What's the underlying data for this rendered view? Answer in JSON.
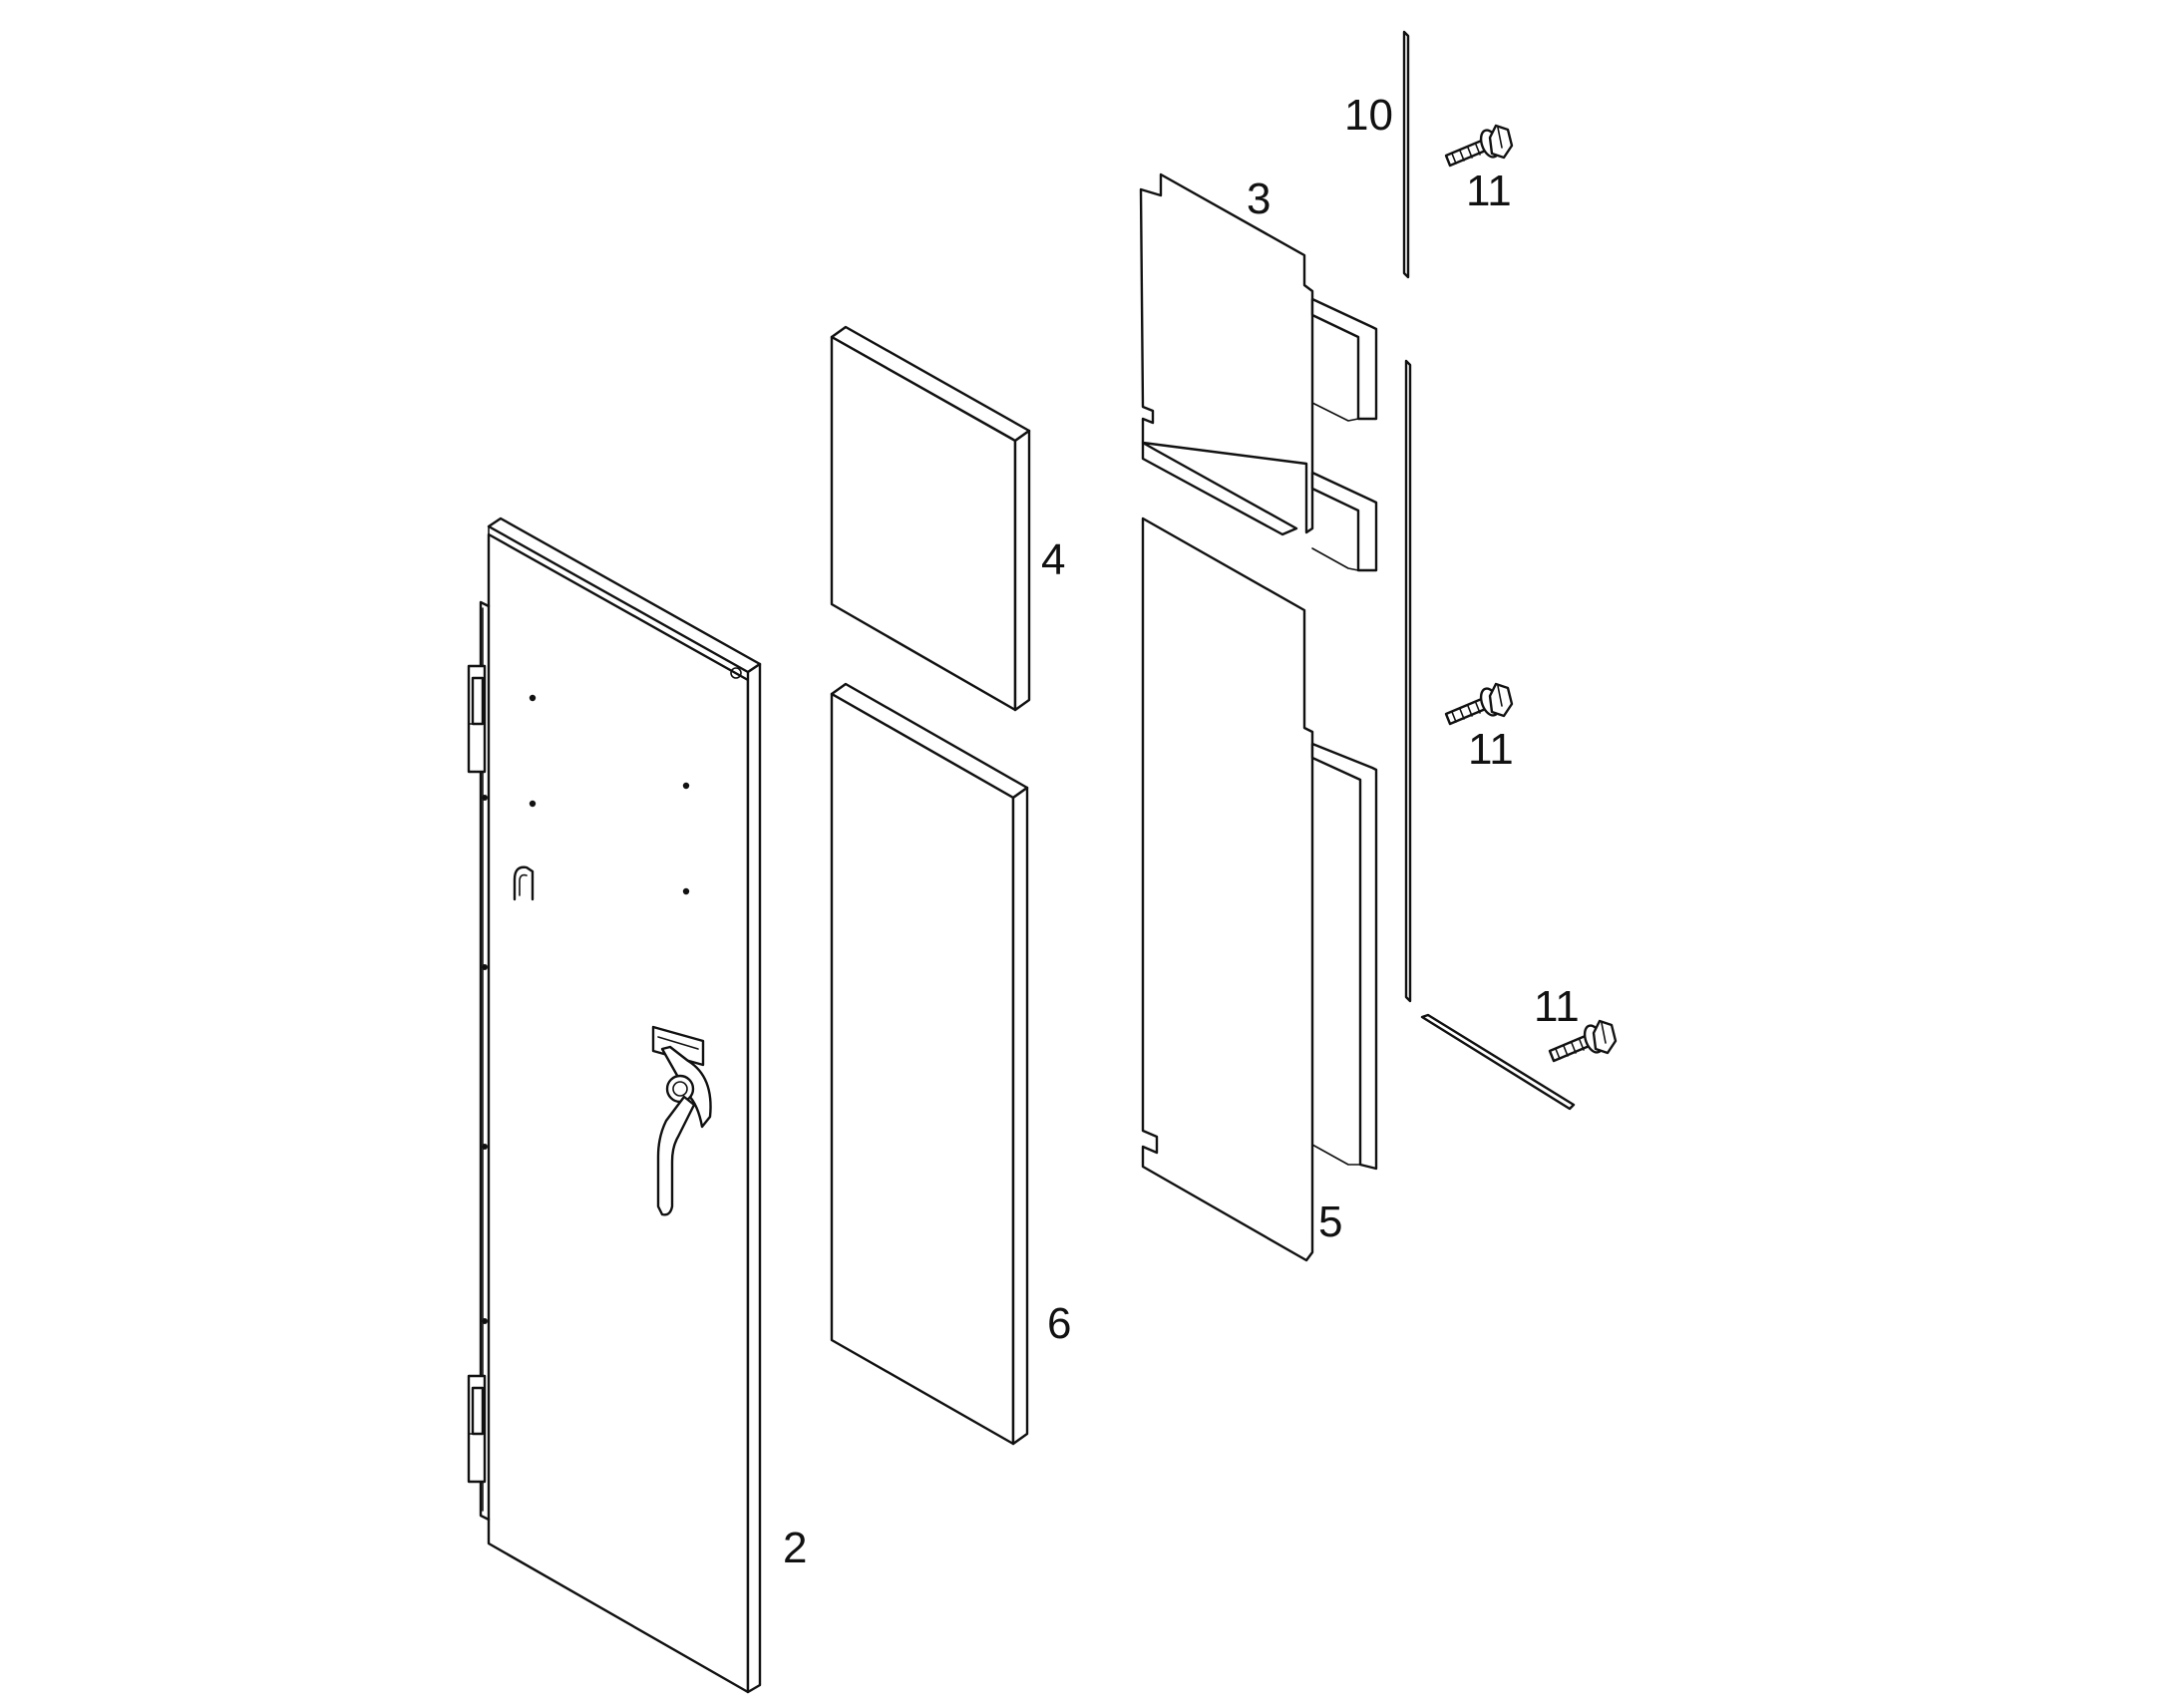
{
  "callouts": [
    {
      "id": "door",
      "label": "2"
    },
    {
      "id": "upper-panel",
      "label": "3"
    },
    {
      "id": "upper-insulation",
      "label": "4"
    },
    {
      "id": "lower-panel",
      "label": "5"
    },
    {
      "id": "lower-insulation",
      "label": "6"
    },
    {
      "id": "seal-strip",
      "label": "10"
    },
    {
      "id": "screw-top",
      "label": "11"
    },
    {
      "id": "screw-middle",
      "label": "11"
    },
    {
      "id": "screw-bottom",
      "label": "11"
    }
  ],
  "colors": {
    "line": "#111111",
    "background": "#ffffff"
  },
  "icons": [
    "door-latch-handle",
    "hinge",
    "hex-flange-screw"
  ]
}
